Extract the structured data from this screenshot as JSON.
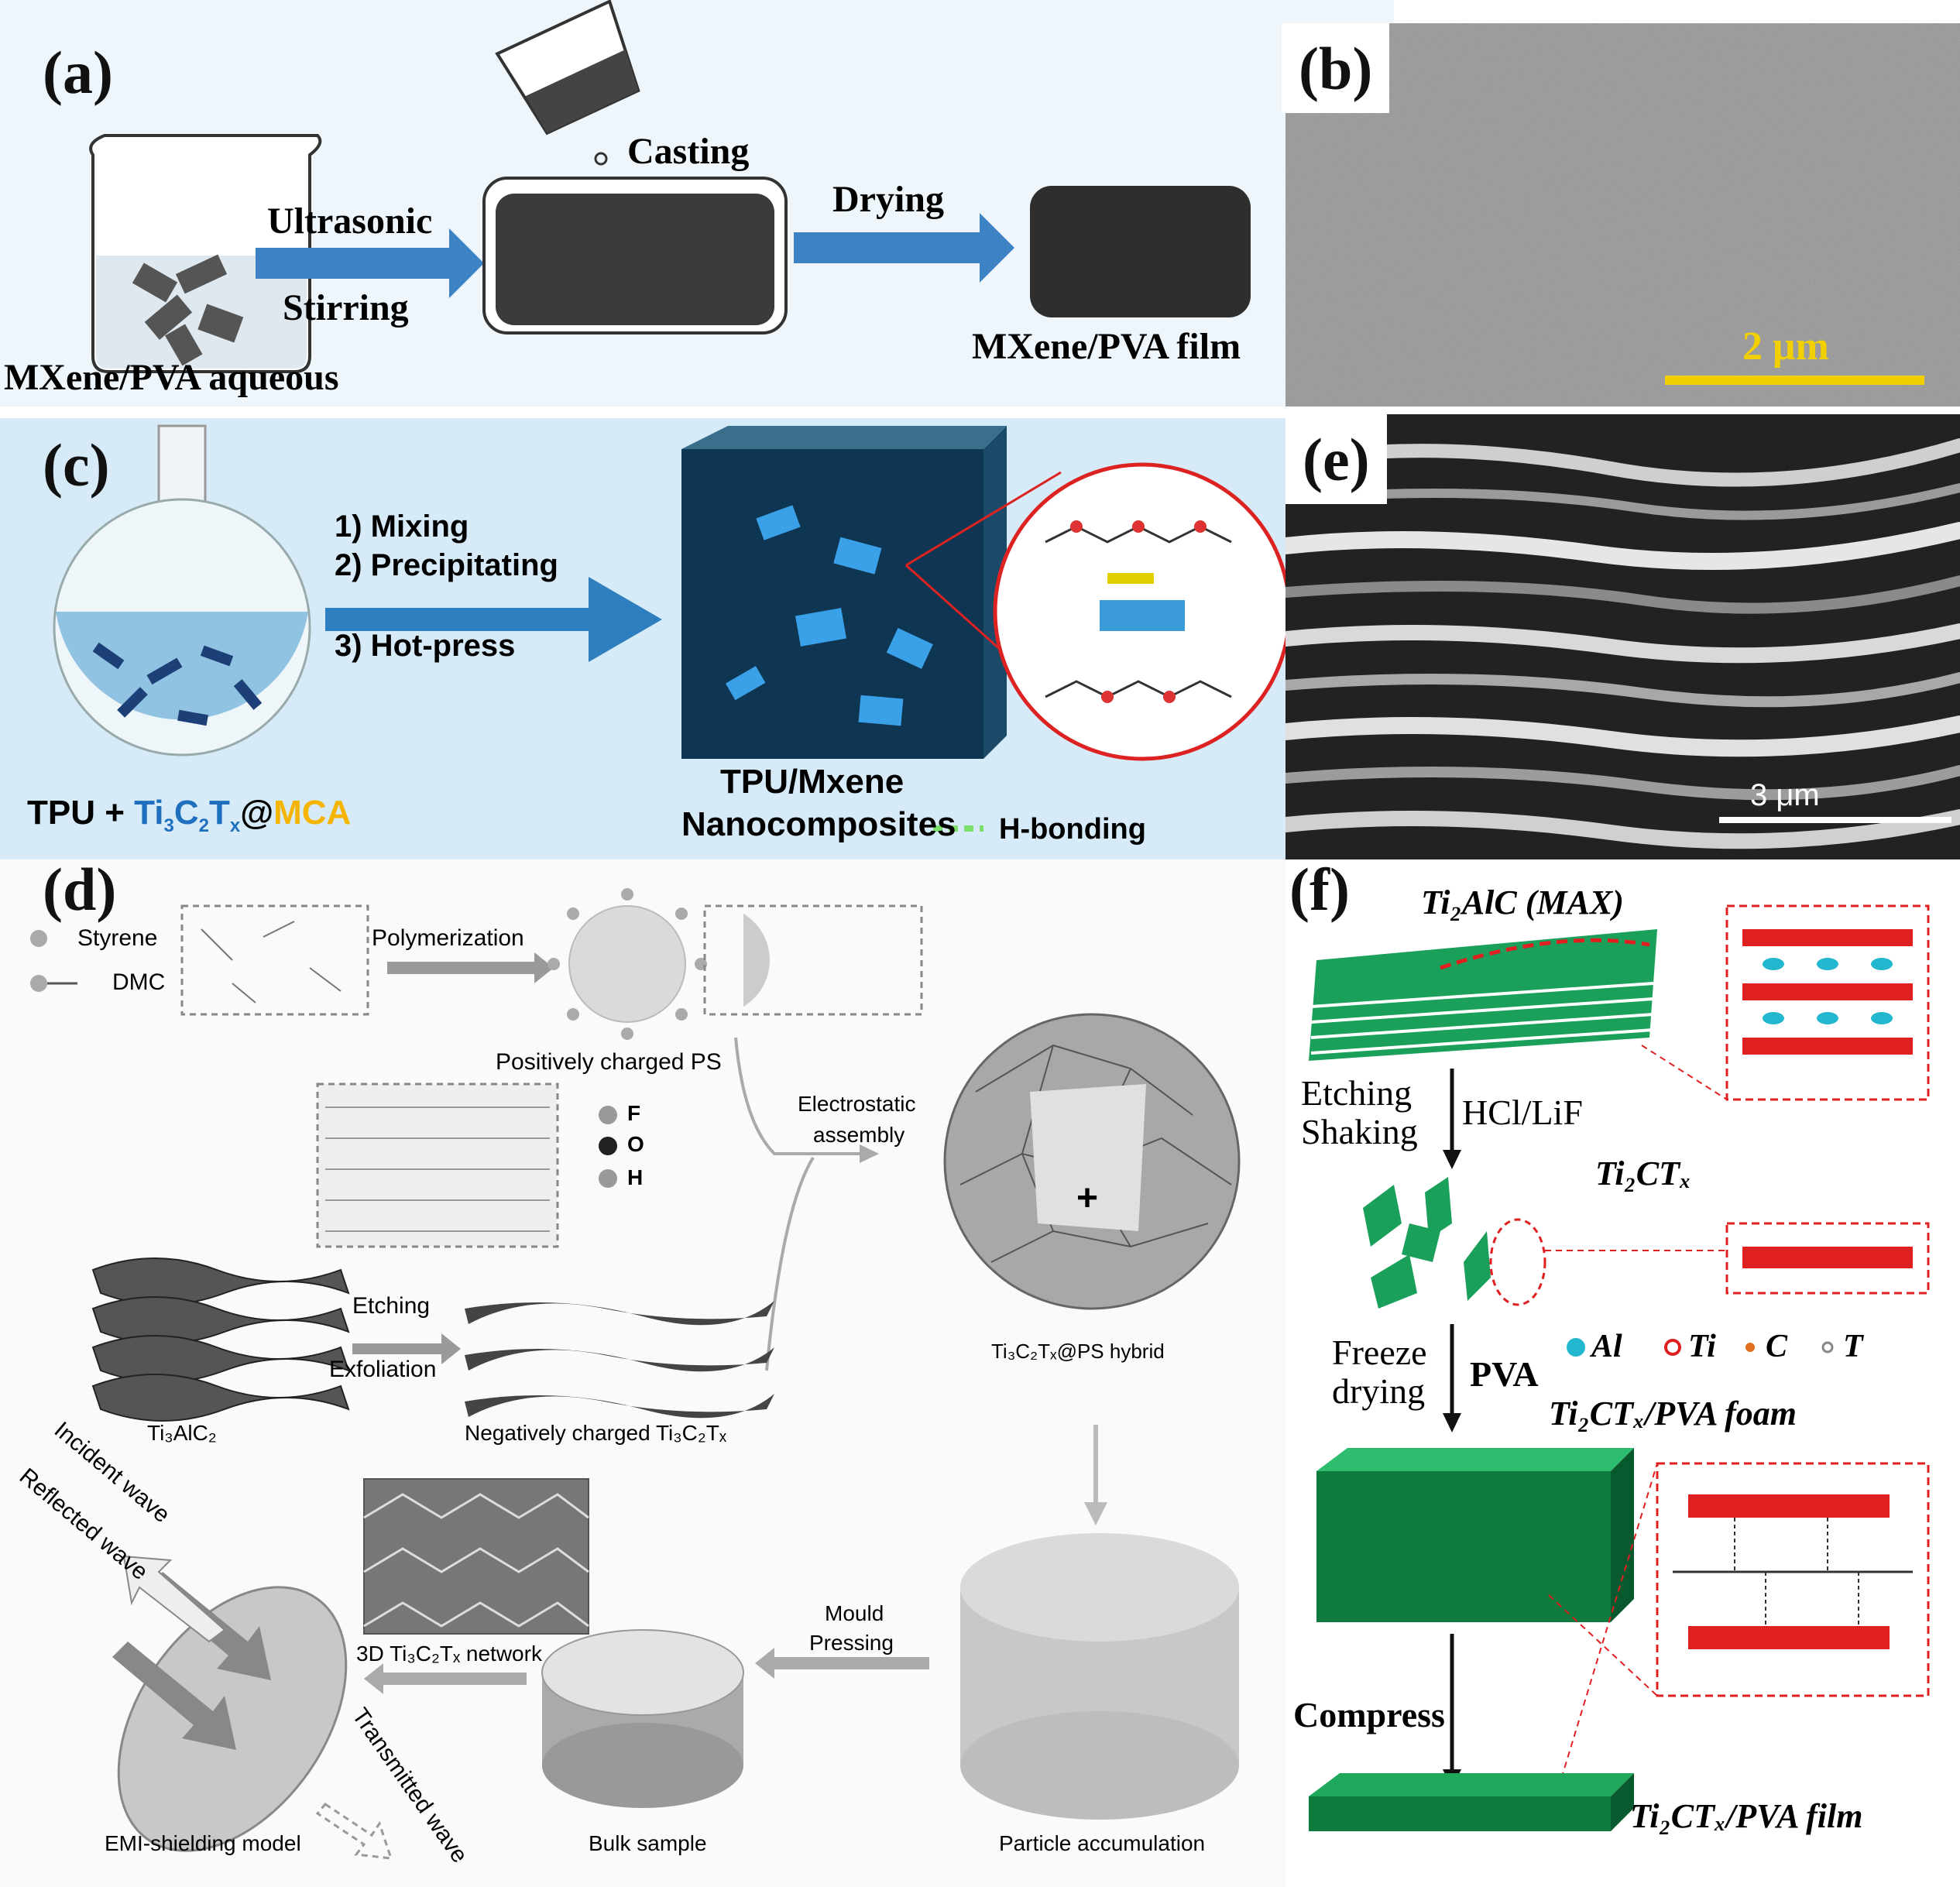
{
  "panel_a": {
    "label": "(a)",
    "step1": "Ultrasonic",
    "step2": "Stirring",
    "casting": "Casting",
    "drying": "Drying",
    "solution": "MXene/PVA aqueous",
    "film": "MXene/PVA film"
  },
  "panel_b": {
    "label": "(b)",
    "scale_bar": "2 μm",
    "scale_color": "#f2d000"
  },
  "panel_c": {
    "label": "(c)",
    "step1": "1) Mixing",
    "step2": "2) Precipitating",
    "step3": "3) Hot-press",
    "product_line1": "TPU/Mxene",
    "product_line2": "Nanocomposites",
    "hbond": "H-bonding",
    "formula_prefix": "TPU + ",
    "formula_ti": "Ti",
    "formula_sub3": "3",
    "formula_c": "C",
    "formula_sub2": "2",
    "formula_t": "T",
    "formula_subx": "x",
    "formula_at": "@",
    "formula_mca": "MCA",
    "mca_color": "#f5b400",
    "mxene_color": "#1f6fbf"
  },
  "panel_d": {
    "label": "(d)",
    "styrene": "Styrene",
    "dmc": "DMC",
    "polymerization": "Polymerization",
    "positive_ps": "Positively charged PS",
    "legend_f": "F",
    "legend_o": "O",
    "legend_h": "H",
    "electrostatic": "Electrostatic",
    "assembly": "assembly",
    "etching": "Etching",
    "exfoliation": "Exfoliation",
    "max_phase": "Ti₃AlC₂",
    "negative_mxene": "Negatively charged Ti₃C₂Tₓ",
    "hybrid": "Ti₃C₂Tₓ@PS hybrid",
    "plus": "+",
    "incident": "Incident wave",
    "reflected": "Reflected wave",
    "transmitted": "Transmitted wave",
    "network": "3D Ti₃C₂Tₓ network",
    "mould": "Mould",
    "pressing": "Pressing",
    "emi_model": "EMI-shielding model",
    "bulk": "Bulk sample",
    "accumulation": "Particle accumulation"
  },
  "panel_e": {
    "label": "(e)",
    "scale_bar": "3 μm"
  },
  "panel_f": {
    "label": "(f)",
    "max_title": "Ti₂AlC (MAX)",
    "etching": "Etching",
    "shaking": "Shaking",
    "hcl": "HCl/LiF",
    "mxene_title": "Ti₂CTₓ",
    "freeze": "Freeze",
    "drying": "drying",
    "pva": "PVA",
    "legend_al": "Al",
    "legend_ti": "Ti",
    "legend_c": "C",
    "legend_t": "T",
    "foam_title": "Ti₂CTₓ/PVA foam",
    "compress": "Compress",
    "film_title": "Ti₂CTₓ/PVA film",
    "green": "#1aa05a",
    "red": "#e02020",
    "cyan": "#22b8d0"
  }
}
